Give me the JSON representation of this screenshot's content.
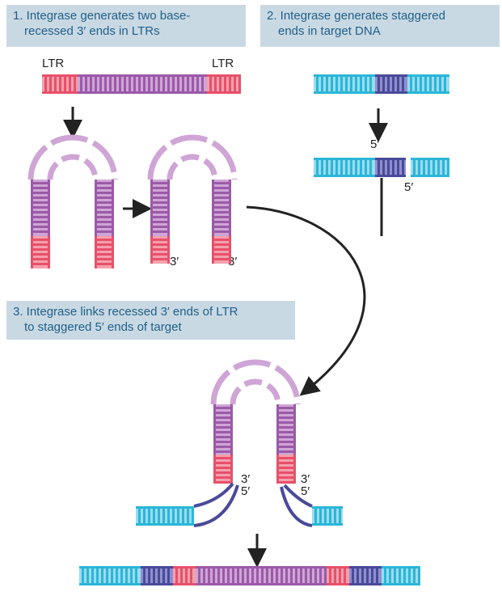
{
  "captions": {
    "step1": {
      "line1": "1. Integrase generates two base-",
      "line2": "recessed  3′ ends in LTRs"
    },
    "step2": {
      "line1": "2. Integrase generates staggered",
      "line2": "ends in target DNA"
    },
    "step3": {
      "line1": "3. Integrase links recessed 3′ ends of LTR",
      "line2": "to staggered 5′ ends of target"
    }
  },
  "labels": {
    "ltr": "LTR",
    "three_prime": "3′",
    "five_prime": "5′"
  },
  "colors": {
    "ltr_pink": "#e8506a",
    "ltr_light": "#f4a0ad",
    "viral_purple": "#9b5aa8",
    "viral_light": "#cfa5d6",
    "target_cyan": "#2bb6d8",
    "target_light": "#9adcef",
    "target_dark": "#4a4a9a",
    "target_dark_light": "#8f8fcf",
    "caption_bg": "#c9d9e3",
    "caption_text": "#1f5f8a",
    "arrow": "#222222"
  }
}
